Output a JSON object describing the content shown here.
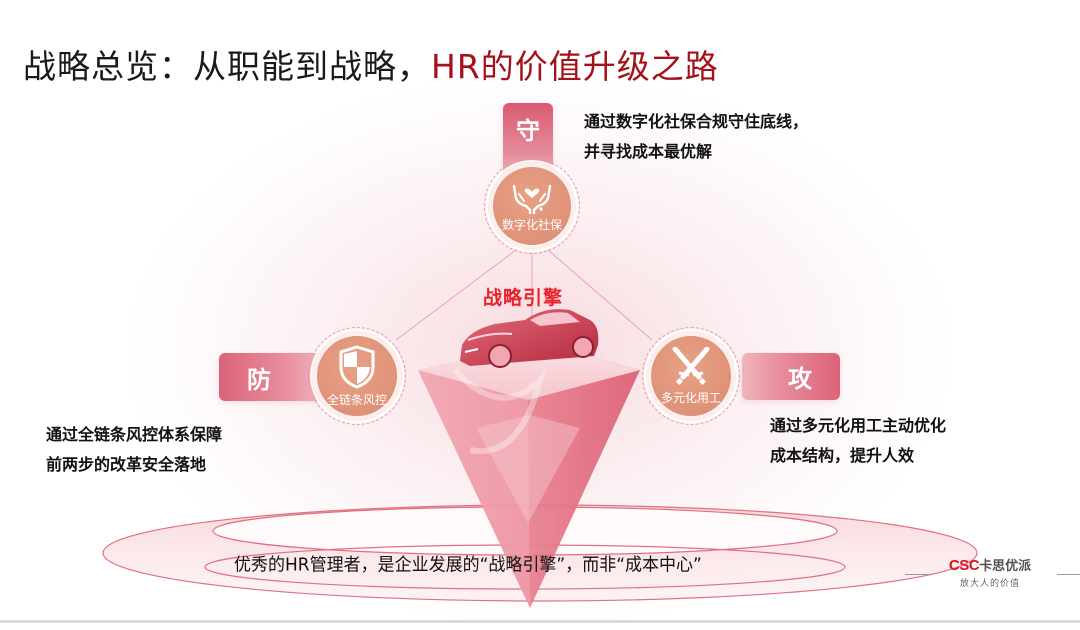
{
  "title": {
    "part1": "战略总览：从职能到战略，",
    "part2": "HR的价值升级之路"
  },
  "center": {
    "label": "战略引擎",
    "image": "sports-car",
    "shape": "inverted-pyramid"
  },
  "pillars": {
    "shou": {
      "tag": "守",
      "node_label": "数字化社保",
      "icon": "hands-heart-icon",
      "description": [
        "通过数字化社保合规守住底线，",
        "并寻找成本最优解"
      ]
    },
    "fang": {
      "tag": "防",
      "node_label": "全链条风控",
      "icon": "shield-icon",
      "description": [
        "通过全链条风控体系保障",
        "前两步的改革安全落地"
      ]
    },
    "gong": {
      "tag": "攻",
      "node_label": "多元化用工",
      "icon": "crossed-swords-icon",
      "description": [
        "通过多元化用工主动优化",
        "成本结构，提升人效"
      ]
    }
  },
  "slogan": "优秀的HR管理者，是企业发展的“战略引擎”，而非“成本中心”",
  "logo": {
    "brand_latin": "CSC",
    "brand_cn": "卡思优派",
    "tagline": "放大人的价值"
  },
  "colors": {
    "accent_red": "#d8141e",
    "title_red": "#a3121a",
    "tag_pink": "#dc6378",
    "node_orange": "#e0947a",
    "engine_red": "#e8232b"
  }
}
